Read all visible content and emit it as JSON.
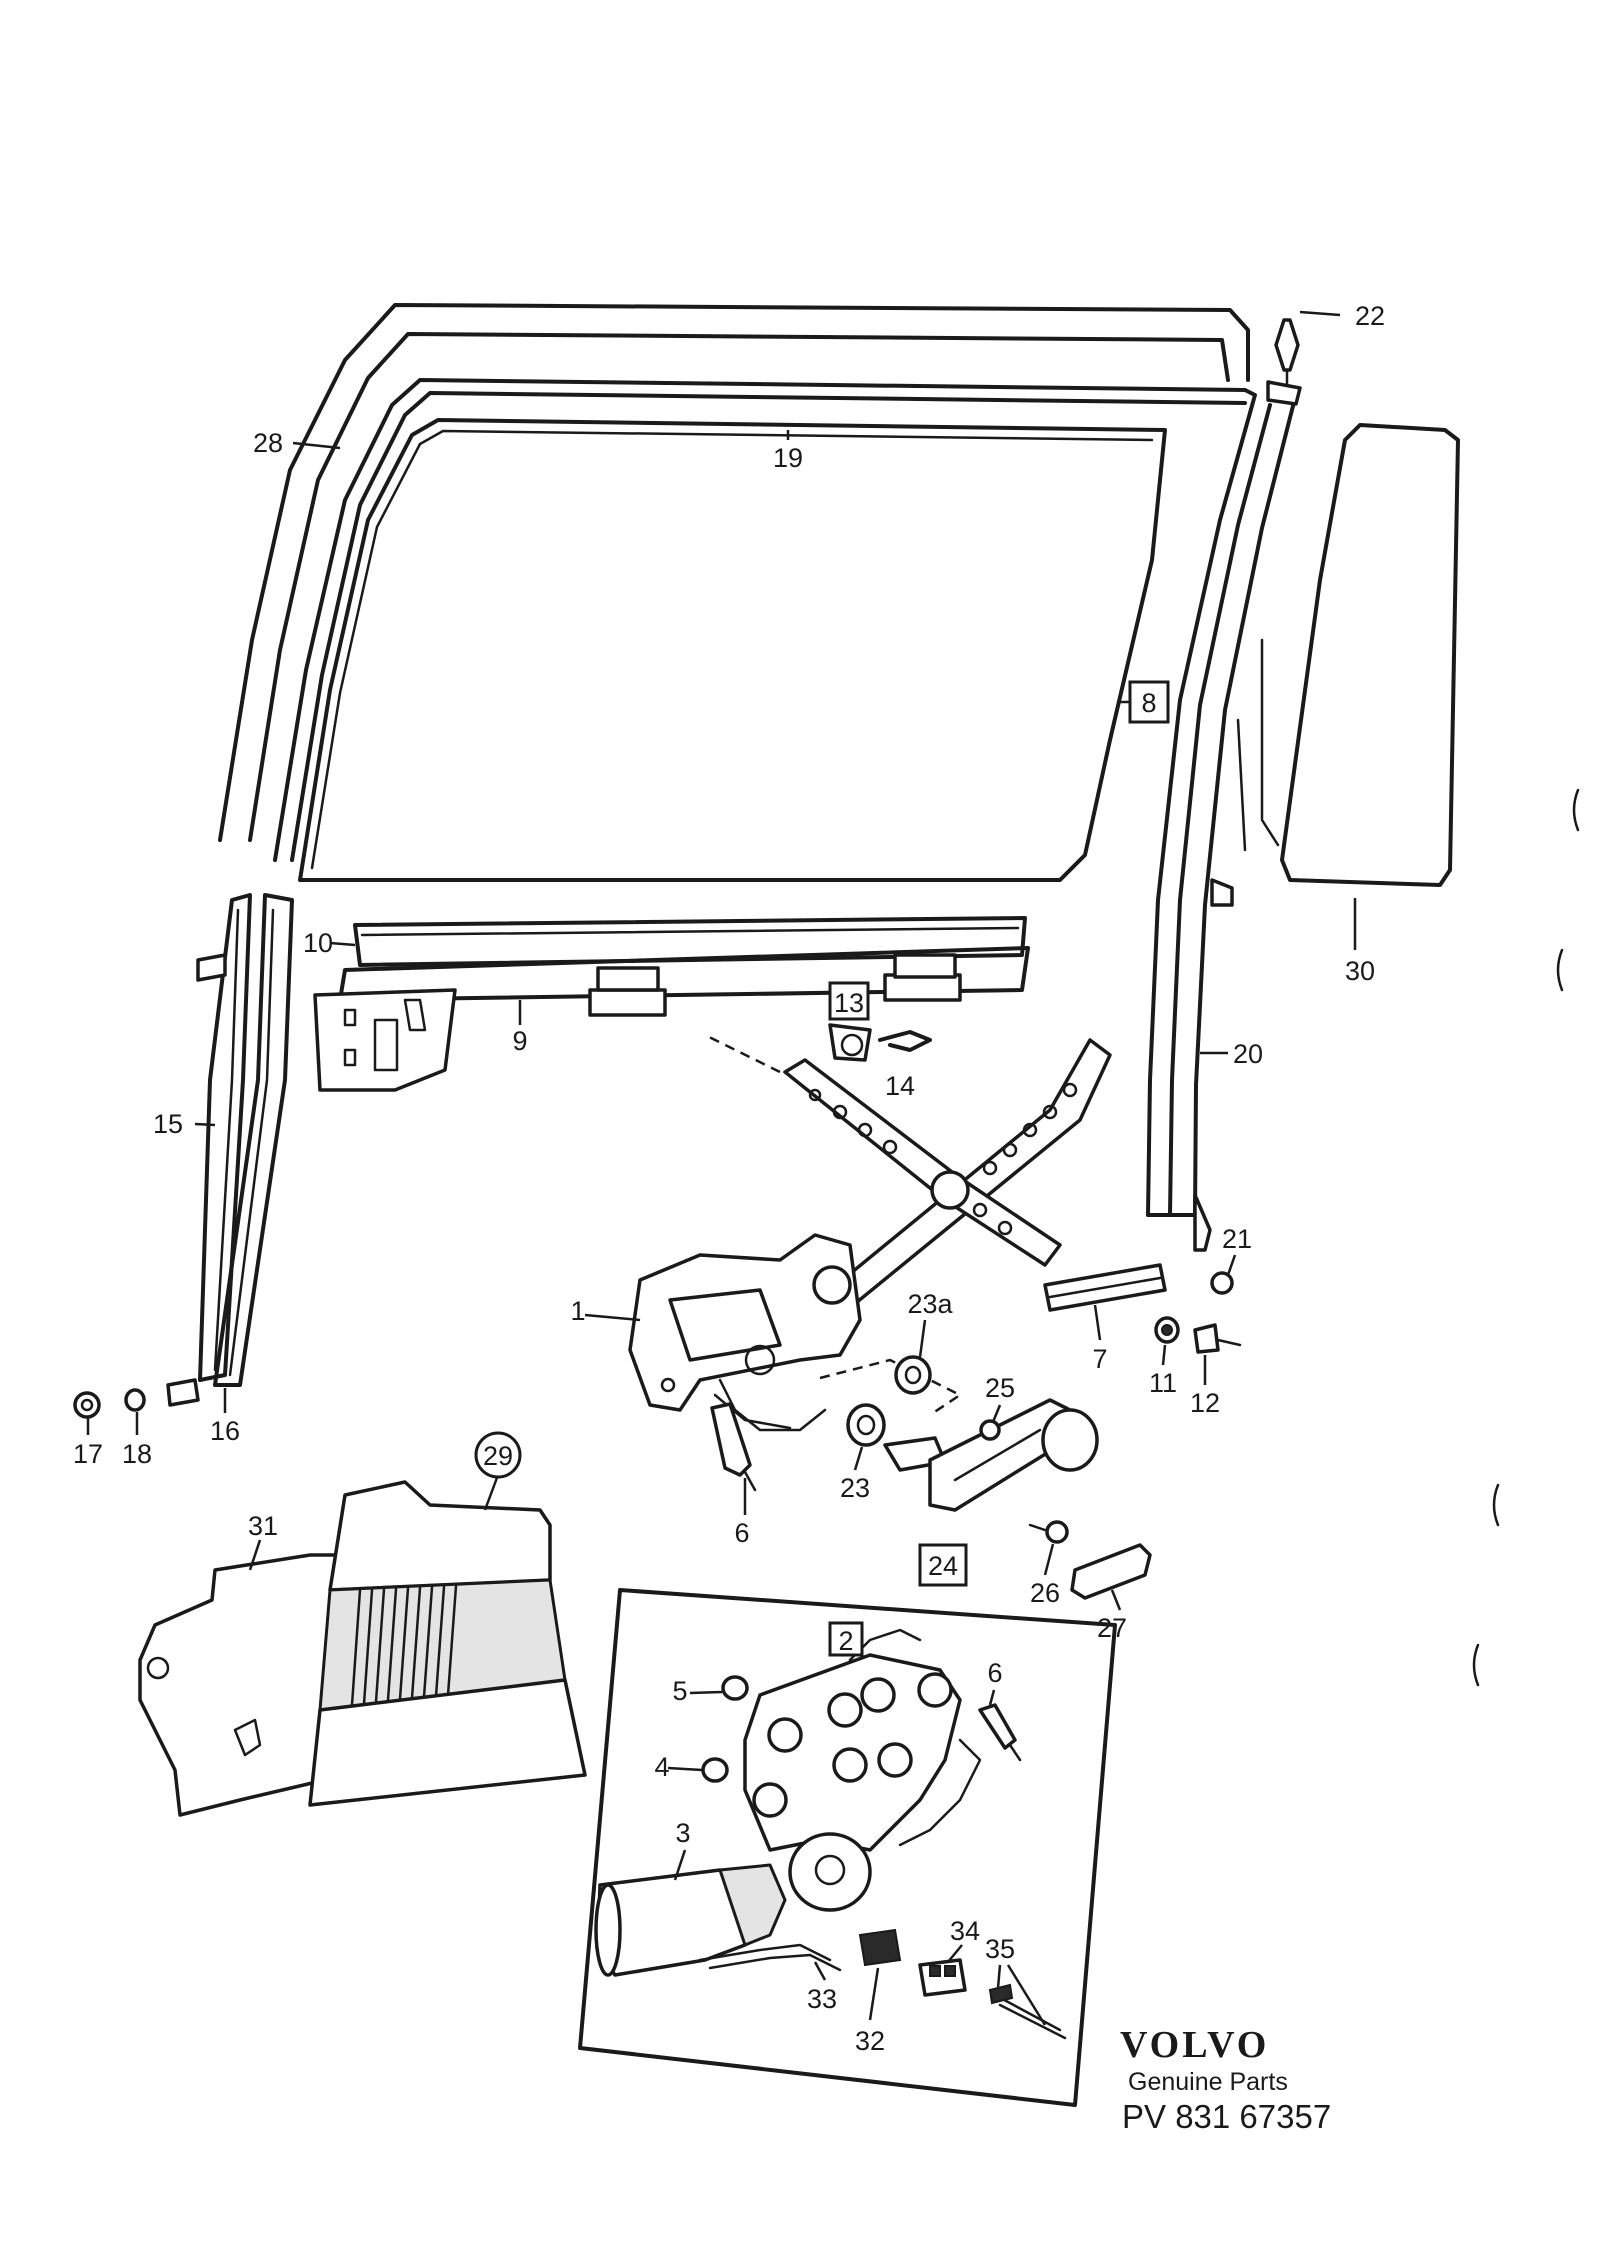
{
  "labels": {
    "p1": "1",
    "p2": "2",
    "p3": "3",
    "p4": "4",
    "p5": "5",
    "p6": "6",
    "p6b": "6",
    "p7": "7",
    "p8": "8",
    "p9": "9",
    "p10": "10",
    "p11": "11",
    "p12": "12",
    "p13": "13",
    "p14": "14",
    "p15": "15",
    "p16": "16",
    "p17": "17",
    "p18": "18",
    "p19": "19",
    "p20": "20",
    "p21": "21",
    "p22": "22",
    "p23": "23",
    "p23a": "23a",
    "p24": "24",
    "p25": "25",
    "p26": "26",
    "p27": "27",
    "p28": "28",
    "p29": "29",
    "p30": "30",
    "p31": "31",
    "p32": "32",
    "p33": "33",
    "p34": "34",
    "p35": "35"
  },
  "brand": {
    "logo": "VOLVO",
    "subtitle": "Genuine Parts",
    "code": "PV 831 67357"
  }
}
